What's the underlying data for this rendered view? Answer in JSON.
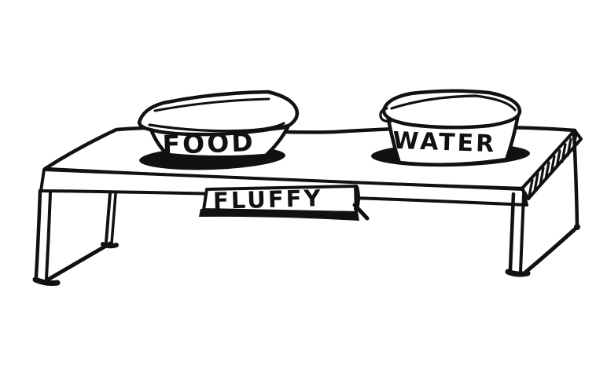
{
  "colors": {
    "ink": "#111111",
    "paper": "#ffffff"
  },
  "feeder": {
    "bowls": [
      {
        "label": "FOOD"
      },
      {
        "label": "WATER"
      }
    ],
    "name_plate": {
      "text": "FLUFFY"
    }
  }
}
